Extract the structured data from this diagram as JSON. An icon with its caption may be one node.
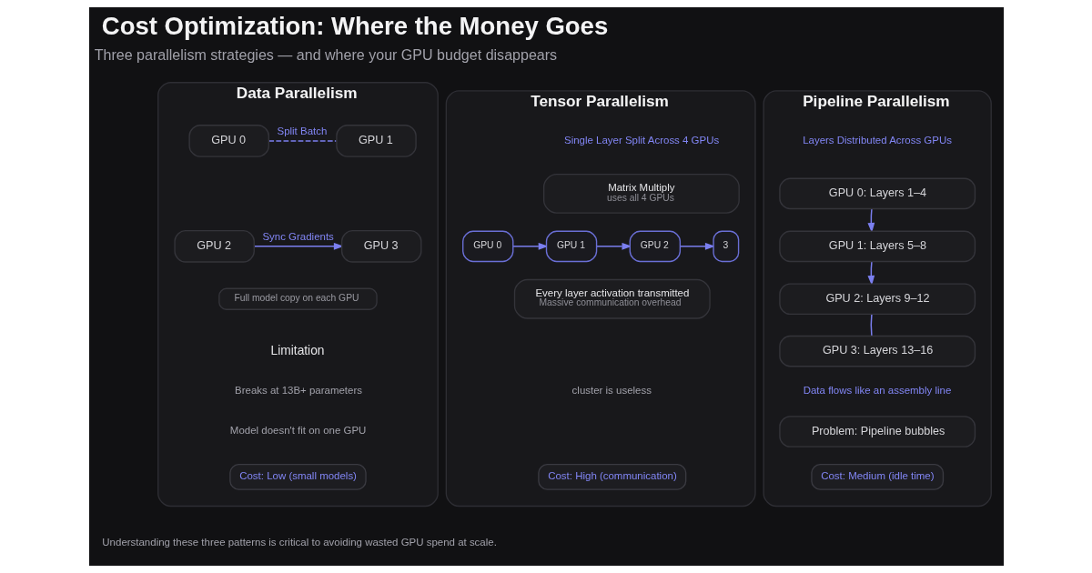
{
  "diagram": {
    "title": "Cost Optimization: Where the Money Goes",
    "caption": "Understanding these three patterns is critical to avoiding wasted GPU spend at scale.",
    "nodes": [
      {
        "text": [
          "Data Parallelism"
        ]
      },
      {
        "text": [
          "GPU 0"
        ],
        "in": 0
      },
      {
        "text": [
          "GPU 1"
        ],
        "in": 0
      },
      {
        "text": [
          "GPU 2"
        ],
        "in": 0
      },
      {
        "text": [
          "GPU 3"
        ],
        "in": 0
      },
      {
        "text": [
          "Full model copy on each GPU"
        ],
        "in": 0
      },
      {
        "text": [
          "Cost: Low (small models)"
        ],
        "in": 0
      },
      {
        "text": [
          "Tensor Parallelism"
        ]
      },
      {
        "text": [
          "Matrix Multiply",
          "uses all 4 GPUs"
        ],
        "in": 7
      },
      {
        "text": [
          "GPU 0"
        ],
        "in": 7
      },
      {
        "text": [
          "GPU 1"
        ],
        "in": 7
      },
      {
        "text": [
          "GPU 2"
        ],
        "in": 7
      },
      {
        "text": [
          "3"
        ],
        "in": 7
      },
      {
        "text": [
          "Every layer activation transmitted",
          "Massive communication overhead"
        ],
        "in": 7
      },
      {
        "text": [
          "Cost: High (communication)"
        ],
        "in": 7
      },
      {
        "text": [
          "Pipeline Parallelism"
        ]
      },
      {
        "text": [
          "GPU 0: Layers 1–4"
        ],
        "in": 15
      },
      {
        "text": [
          "GPU 1: Layers 5–8"
        ],
        "in": 15
      },
      {
        "text": [
          "GPU 2: Layers 9–12"
        ],
        "in": 15
      },
      {
        "text": [
          "GPU 3: Layers 13–16"
        ],
        "in": 15
      },
      {
        "text": [
          "Problem: Pipeline bubbles"
        ],
        "in": 15
      },
      {
        "text": [
          "Cost: Medium (idle time)"
        ],
        "in": 15
      }
    ],
    "edges": [
      {
        "from": 1,
        "to": 2,
        "arrow": "none",
        "label": "Split Batch",
        "style": "dashed"
      },
      {
        "from": 3,
        "to": 4,
        "arrow": "to",
        "label": "Sync Gradients"
      },
      {
        "from": 9,
        "to": 10,
        "arrow": "to"
      },
      {
        "from": 10,
        "to": 11,
        "arrow": "to"
      },
      {
        "from": 11,
        "to": 12,
        "arrow": "to"
      },
      {
        "from": 16,
        "to": 17,
        "arrow": "to"
      },
      {
        "from": 17,
        "to": 18,
        "arrow": "to"
      },
      {
        "from": 18,
        "to": 19,
        "arrow": "none"
      }
    ],
    "labels": [
      "Three parallelism strategies — and where your GPU budget disappears",
      "Limitation",
      "Breaks at 13B+ parameters",
      "Model doesn't fit on one GPU",
      "Single Layer Split Across 4 GPUs",
      "cluster is useless",
      "Layers Distributed Across GPUs",
      "Data flows like an assembly line"
    ]
  }
}
